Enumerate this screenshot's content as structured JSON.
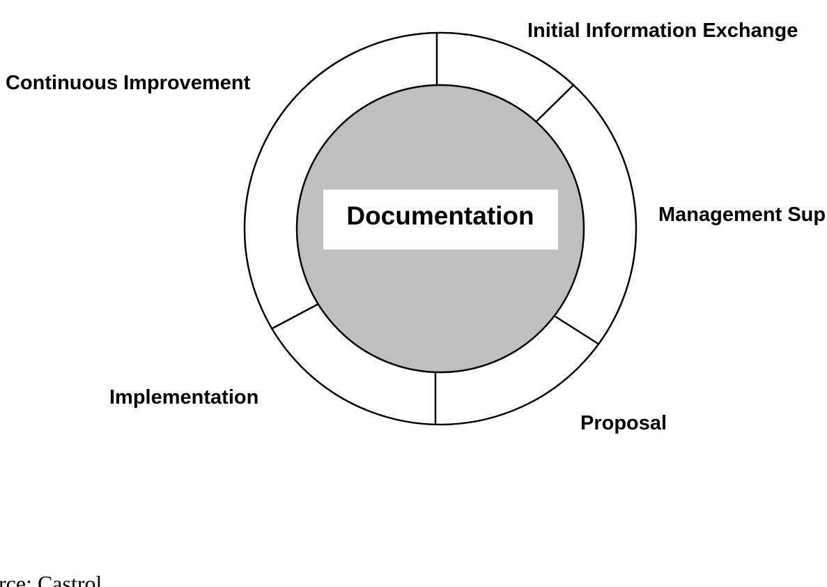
{
  "diagram": {
    "center_label": "Documentation",
    "stages": [
      {
        "id": "initial-information-exchange",
        "label": "Initial Information Exchange"
      },
      {
        "id": "management-support",
        "label": "Management Support"
      },
      {
        "id": "proposal",
        "label": "Proposal"
      },
      {
        "id": "implementation",
        "label": "Implementation"
      },
      {
        "id": "continuous-improvement",
        "label": "Continuous Improvement"
      }
    ],
    "inner_fill": "#bfbfbf",
    "ring_fill": "#ffffff",
    "stroke_color": "#000000"
  },
  "footer": {
    "source": "rce:  Castrol"
  }
}
